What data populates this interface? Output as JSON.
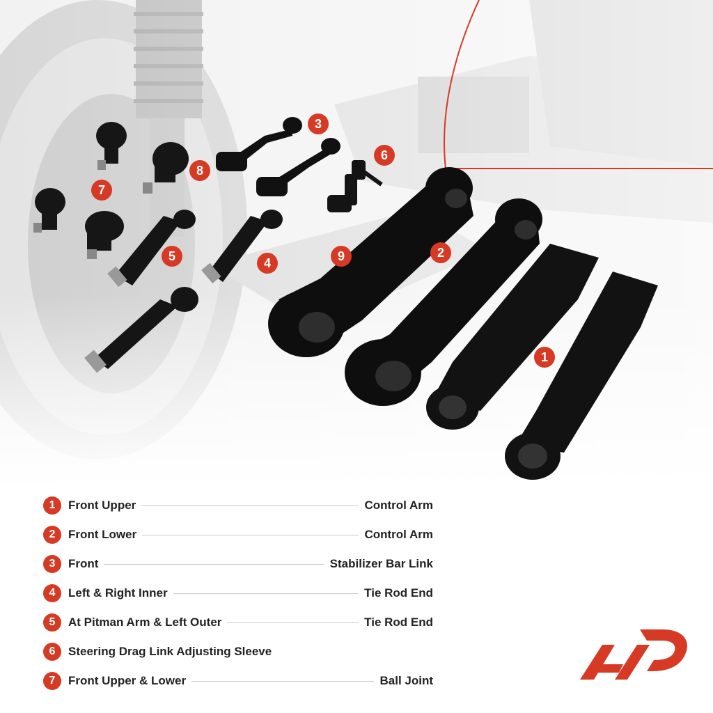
{
  "colors": {
    "accent": "#d63a24",
    "part": "#111111",
    "background_photo": "#d9d9d9",
    "line": "#c9c9c9",
    "text": "#222222"
  },
  "callouts": [
    "1",
    "2",
    "3",
    "4",
    "5",
    "6",
    "7",
    "8",
    "9"
  ],
  "legend": [
    {
      "num": "1",
      "left": "Front Upper",
      "right": "Control Arm"
    },
    {
      "num": "2",
      "left": "Front Lower",
      "right": "Control Arm"
    },
    {
      "num": "3",
      "left": "Front",
      "right": "Stabilizer Bar Link"
    },
    {
      "num": "4",
      "left": "Left & Right Inner",
      "right": "Tie Rod End"
    },
    {
      "num": "5",
      "left": "At Pitman Arm & Left Outer",
      "right": "Tie Rod End"
    },
    {
      "num": "6",
      "left": "Steering Drag Link Adjusting Sleeve",
      "right": ""
    },
    {
      "num": "7",
      "left": "Front Upper & Lower",
      "right": "Ball Joint"
    }
  ],
  "logo": {
    "icon": "brand-logo-icon"
  }
}
